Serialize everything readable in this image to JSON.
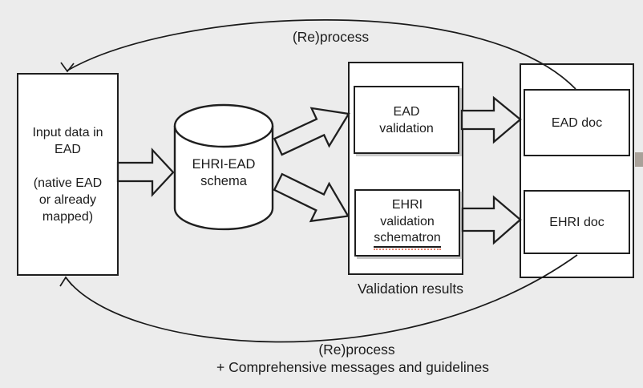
{
  "labels": {
    "top_reprocess": "(Re)process",
    "validation_results": "Validation results",
    "bottom_reprocess": "(Re)process",
    "bottom_note": "+ Comprehensive messages and guidelines"
  },
  "nodes": {
    "input": "Input data in\nEAD\n\n(native EAD\nor already\nmapped)",
    "schema": "EHRI-EAD\nschema",
    "ead_validation": "EAD\nvalidation",
    "ehri_validation": "EHRI\nvalidation",
    "ehri_validation_schematron": "schematron",
    "ead_doc": "EAD doc",
    "ehri_doc": "EHRI doc"
  },
  "colors": {
    "background": "#ececec",
    "box_fill": "#ffffff",
    "line": "#1f1f1f",
    "spellcheck_underline": "#e8826e",
    "gray_tab": "#a9a199"
  }
}
